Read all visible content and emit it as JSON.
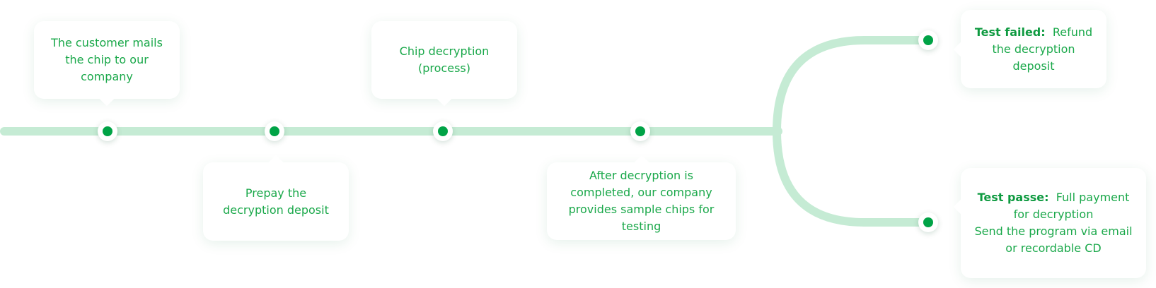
{
  "colors": {
    "track": "#c5ebd4",
    "dot": "#00a346",
    "text": "#1aa84a",
    "label": "#0e9a40"
  },
  "steps": [
    {
      "text": "The customer mails the chip to our company"
    },
    {
      "text": "Prepay the decryption deposit"
    },
    {
      "text": "Chip decryption (process)"
    },
    {
      "text": "After decryption is completed, our company provides sample chips for testing"
    }
  ],
  "branches": [
    {
      "label": "Test failed:",
      "text": "Refund the decryption deposit"
    },
    {
      "label": "Test passe:",
      "text": "Full payment for decryption",
      "text2": "Send the program via email or recordable CD"
    }
  ]
}
